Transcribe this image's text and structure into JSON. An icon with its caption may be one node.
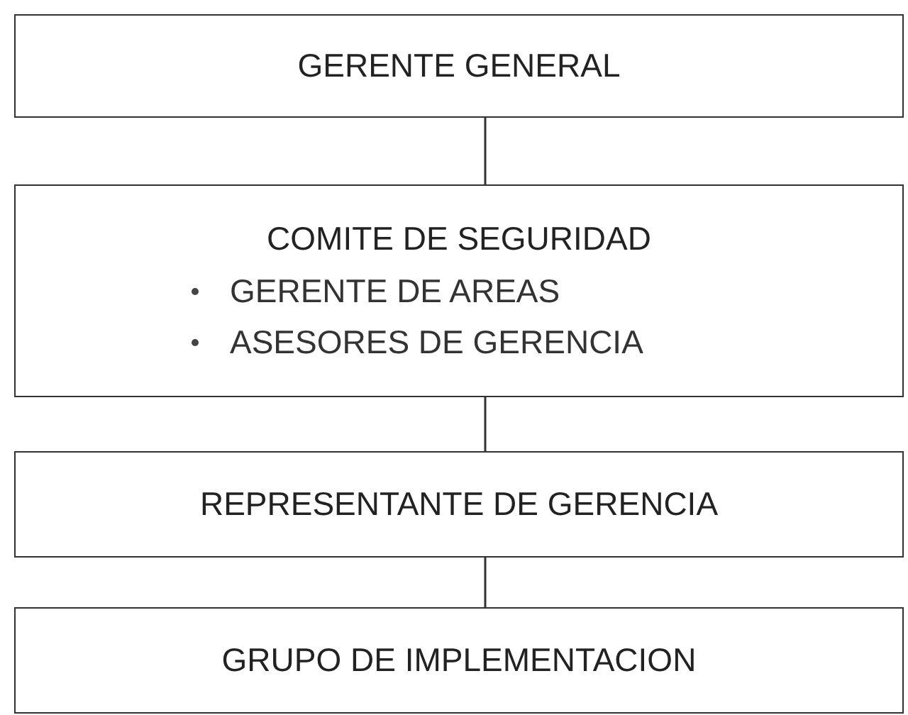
{
  "diagram": {
    "nodes": [
      {
        "text": [
          "GERENTE GENERAL"
        ]
      },
      {
        "text": [
          "COMITE DE SEGURIDAD",
          "GERENTE DE AREAS",
          "ASESORES DE GERENCIA"
        ]
      },
      {
        "text": [
          "REPRESENTANTE DE GERENCIA"
        ]
      },
      {
        "text": [
          "GRUPO DE IMPLEMENTACION"
        ]
      }
    ],
    "edges": [
      {
        "from": 0,
        "to": 1,
        "arrow": "none"
      },
      {
        "from": 1,
        "to": 2,
        "arrow": "none"
      },
      {
        "from": 2,
        "to": 3,
        "arrow": "none"
      }
    ]
  }
}
